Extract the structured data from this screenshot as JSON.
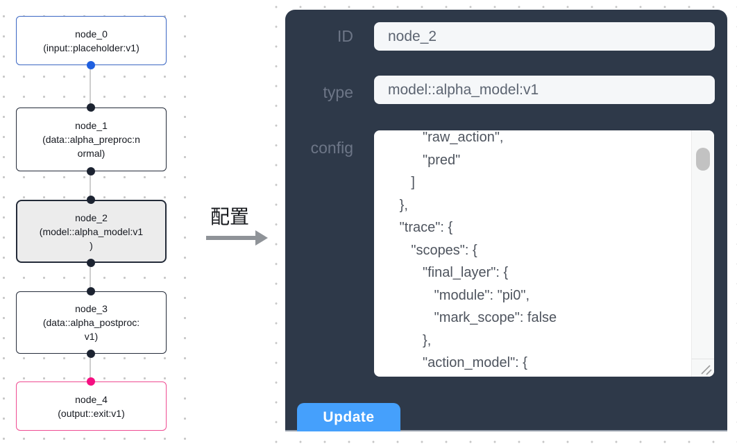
{
  "flow": {
    "nodes": [
      {
        "id": "node_0",
        "variant": "input",
        "lines": [
          "node_0",
          "(input::placeholder:v1)"
        ]
      },
      {
        "id": "node_1",
        "variant": "default",
        "lines": [
          "node_1",
          "(data::alpha_preproc:n",
          "ormal)"
        ]
      },
      {
        "id": "node_2",
        "variant": "selected",
        "lines": [
          "node_2",
          "(model::alpha_model:v1",
          ")"
        ]
      },
      {
        "id": "node_3",
        "variant": "default",
        "lines": [
          "node_3",
          "(data::alpha_postproc:",
          "v1)"
        ]
      },
      {
        "id": "node_4",
        "variant": "output",
        "lines": [
          "node_4",
          "(output::exit:v1)"
        ]
      }
    ]
  },
  "annotation": {
    "label": "配置"
  },
  "panel": {
    "id_label": "ID",
    "id_value": "node_2",
    "type_label": "type",
    "type_value": "model::alpha_model:v1",
    "config_label": "config",
    "config_text": "         \"raw_action\",\n         \"pred\"\n      ]\n   },\n   \"trace\": {\n      \"scopes\": {\n         \"final_layer\": {\n            \"module\": \"pi0\",\n            \"mark_scope\": false\n         },\n         \"action_model\": {",
    "update_label": "Update"
  },
  "colors": {
    "panel_bg": "#2e3949",
    "button_blue": "#45a0fc",
    "input_bg": "#f5f7f9",
    "node_input_border": "#3a66c3",
    "node_default_border": "#232a38",
    "node_output_border": "#ef4b92",
    "node_selected_fill": "#ececec",
    "handle_blue": "#1e5fe0",
    "handle_dark": "#1c2331",
    "handle_pink": "#f50f81",
    "edge_gray": "#cdcdcd"
  }
}
